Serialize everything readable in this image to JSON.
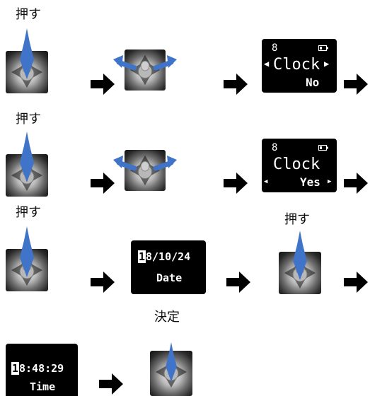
{
  "labels": {
    "push": "押す",
    "confirm": "決定"
  },
  "screens": {
    "clock_no": {
      "top": "8",
      "main": "Clock",
      "bottom": "No"
    },
    "clock_yes": {
      "top": "8",
      "main": "Clock",
      "bottom": "Yes"
    },
    "date": {
      "cursor_digit": "1",
      "value": "8/10/24",
      "caption": "Date"
    },
    "time": {
      "cursor_digit": "1",
      "value": "8:48:29",
      "caption": "Time"
    }
  },
  "colors": {
    "press_arrow": "#3f74c8",
    "flow_arrow": "#000000",
    "screen_bg": "#000000"
  },
  "icons": [
    "joystick-icon",
    "battery-icon",
    "left-arrow-icon",
    "right-arrow-icon"
  ]
}
